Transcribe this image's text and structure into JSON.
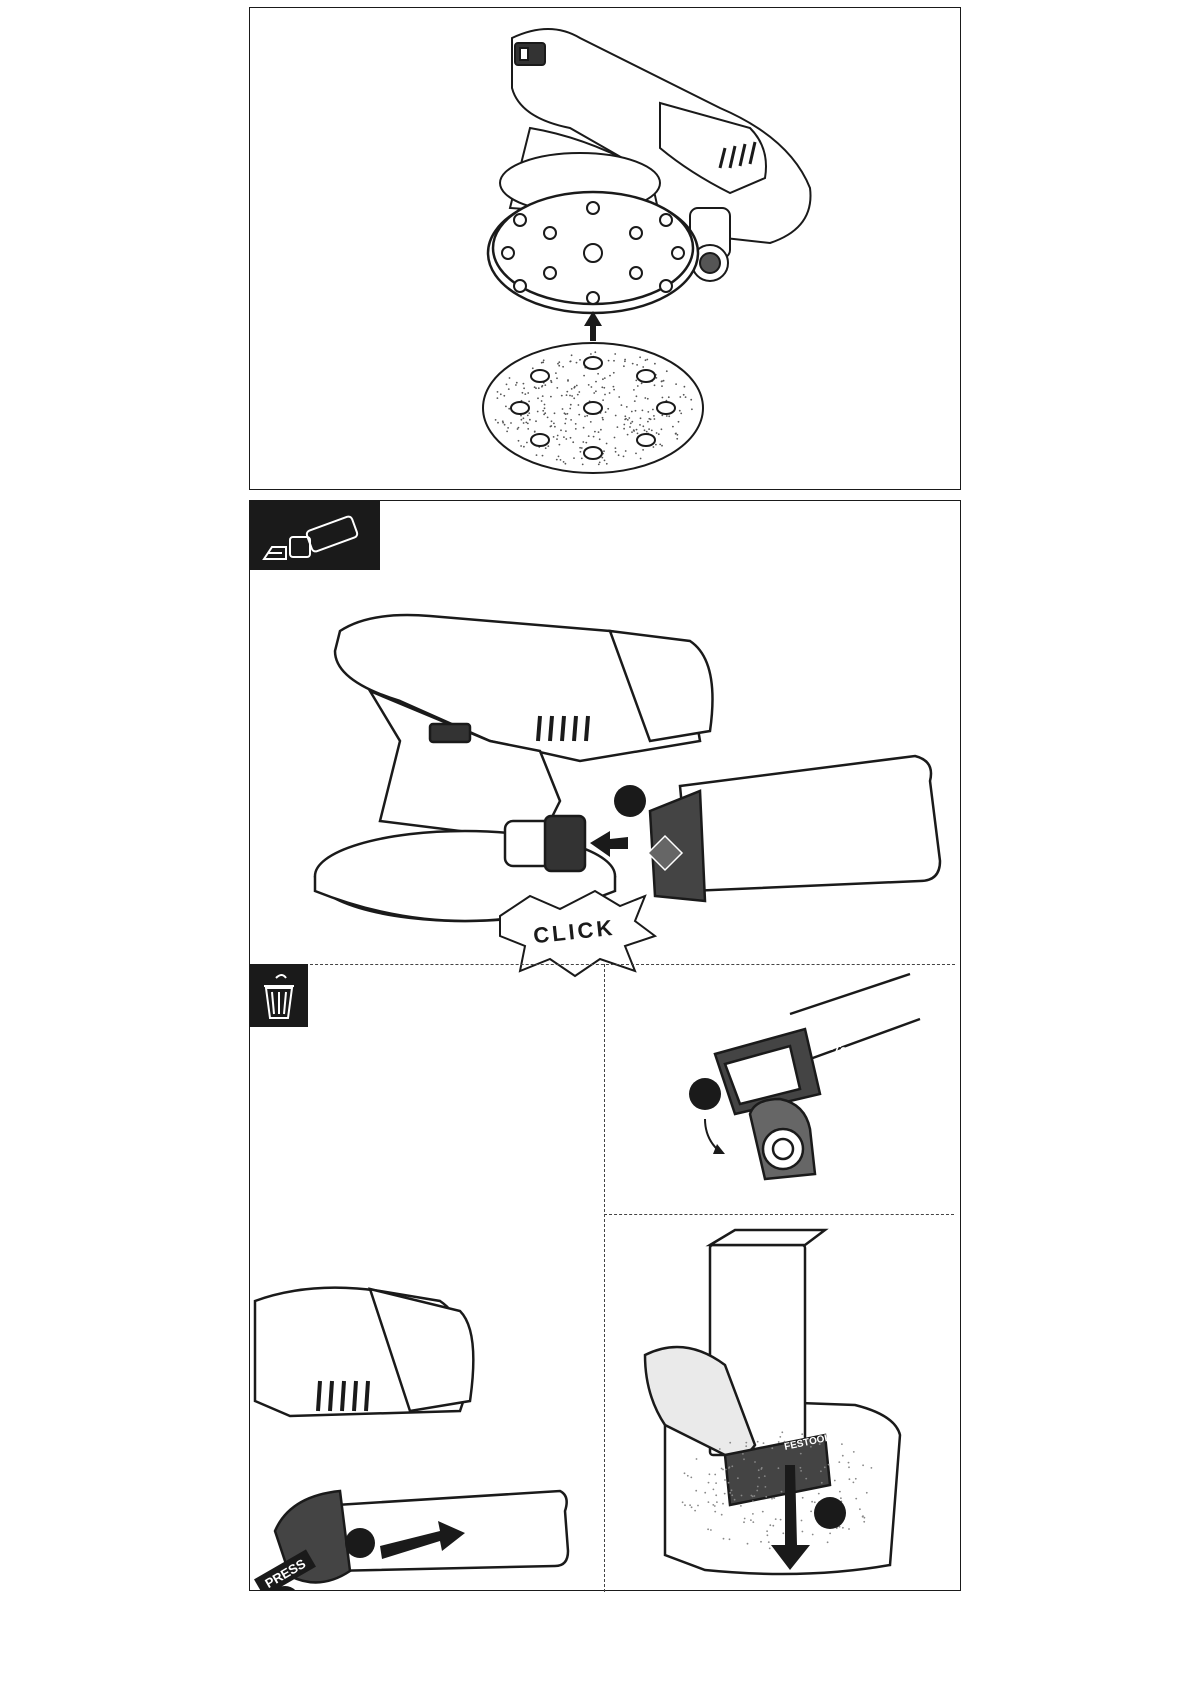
{
  "figure_top": {
    "description_icons": [
      "sander-bottom-view",
      "up-arrow-icon",
      "sanding-disc"
    ]
  },
  "figure_bottom": {
    "tab_icons": [
      "dust-bag-icon",
      "waste-bin-icon"
    ],
    "labels": {
      "click": "CLICK",
      "press": "PRESS",
      "brand": "FESTOOL"
    },
    "accent_color": "#1a1a1a"
  }
}
